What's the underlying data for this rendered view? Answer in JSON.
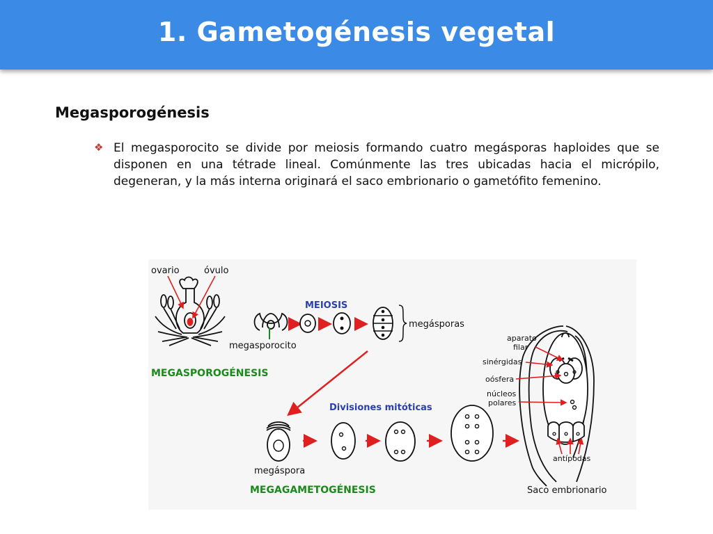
{
  "slide": {
    "title": "1. Gametogénesis vegetal",
    "subtitle": "Megasporogénesis",
    "bullet_icon": "diamond-bullet-icon",
    "bullet_text": "El megasporocito se divide por meiosis formando cuatro megásporas haploides que se disponen en una tétrade lineal. Comúnmente las tres ubicadas hacia el micrópilo, degeneran, y la más interna originará el saco embrionario o gametófito femenino."
  },
  "colors": {
    "header": "#3b8ae6",
    "arrow_red": "#e02020",
    "label_blue": "#2b3fb3",
    "label_green": "#1a8a1a"
  },
  "figure": {
    "labels": {
      "ovario": "ovario",
      "ovulo": "óvulo",
      "meiosis": "MEIOSIS",
      "megasporocito": "megasporocito",
      "megasporas": "megásporas",
      "megasporogenesis": "MEGASPOROGÉNESIS",
      "divisiones": "Divisiones mitóticas",
      "megaspora": "megáspora",
      "megagametogenesis": "MEGAGAMETOGÉNESIS",
      "aparato_1": "aparato",
      "aparato_2": "filar",
      "sinergidas": "sinérgidas",
      "oosfera": "oósfera",
      "nucleos_1": "núcleos",
      "nucleos_2": "polares",
      "antipodas": "antípodas",
      "saco": "Saco embrionario"
    }
  }
}
